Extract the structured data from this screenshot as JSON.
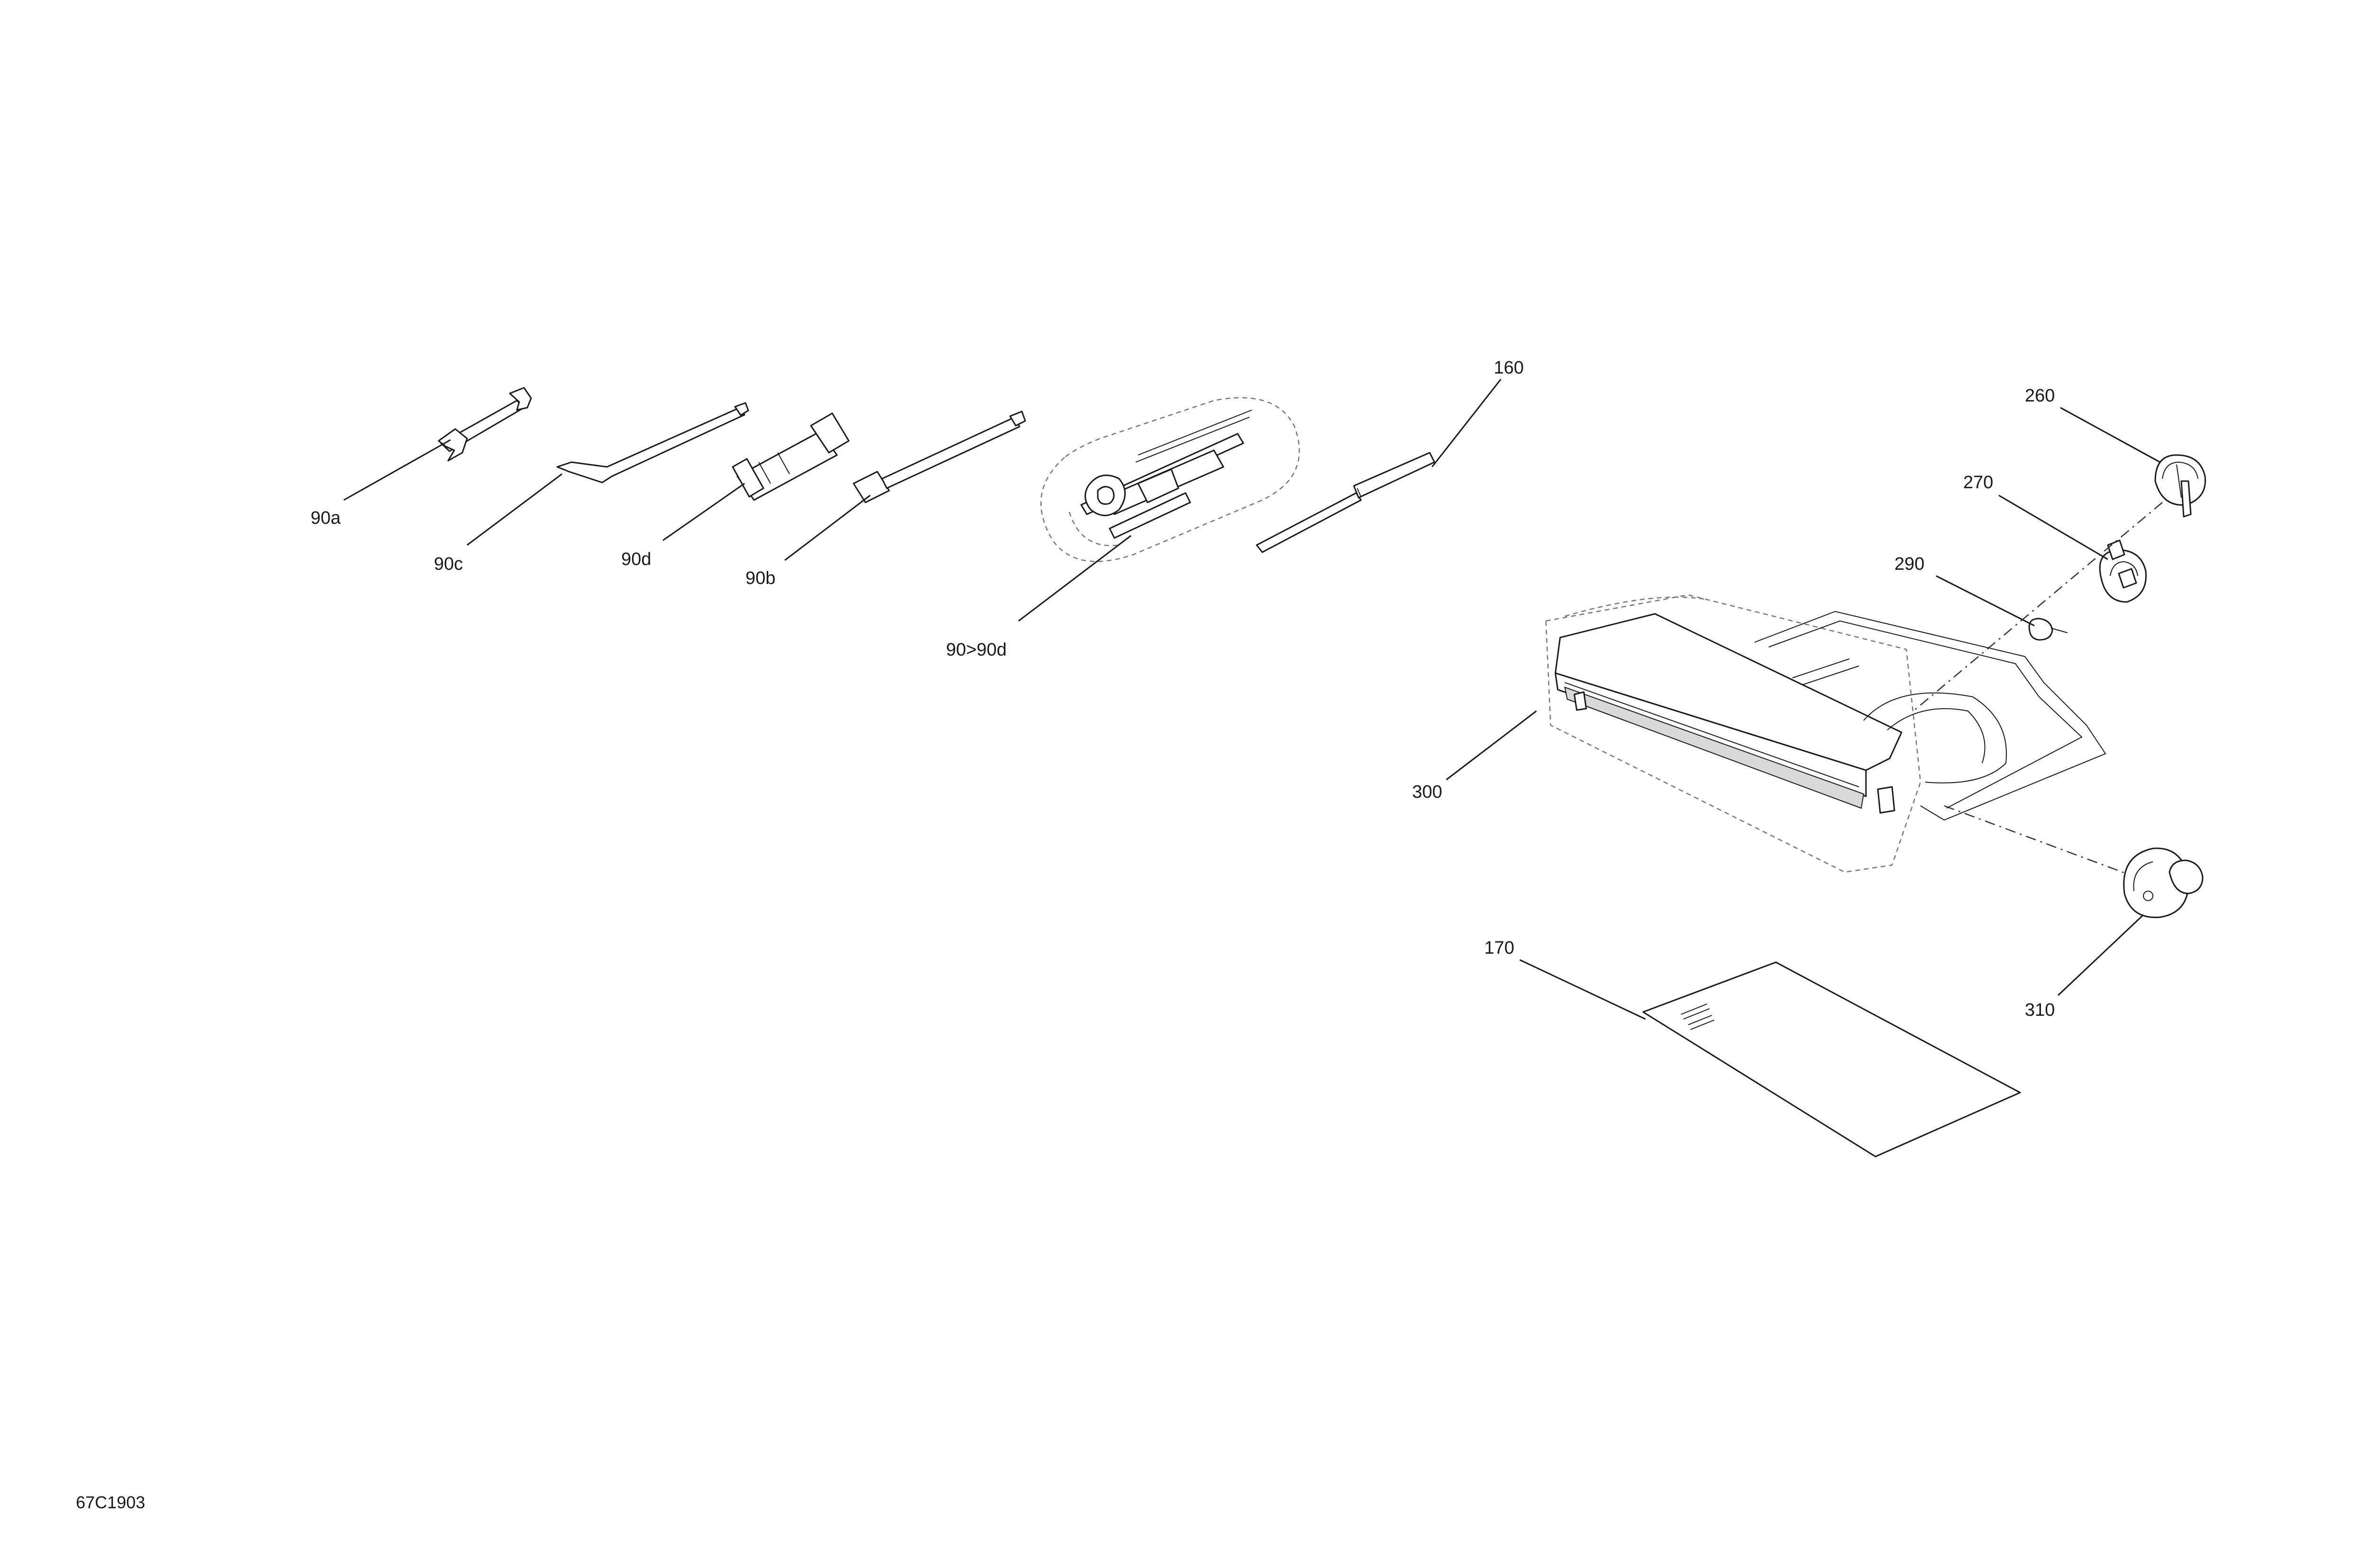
{
  "diagram": {
    "drawing_code": "67C1903",
    "callouts": [
      {
        "id": "90a",
        "label": "90a"
      },
      {
        "id": "90c",
        "label": "90c"
      },
      {
        "id": "90d",
        "label": "90d"
      },
      {
        "id": "90b",
        "label": "90b"
      },
      {
        "id": "90-90d",
        "label": "90>90d"
      },
      {
        "id": "160",
        "label": "160"
      },
      {
        "id": "260",
        "label": "260"
      },
      {
        "id": "270",
        "label": "270"
      },
      {
        "id": "290",
        "label": "290"
      },
      {
        "id": "300",
        "label": "300"
      },
      {
        "id": "170",
        "label": "170"
      },
      {
        "id": "310",
        "label": "310"
      }
    ]
  }
}
